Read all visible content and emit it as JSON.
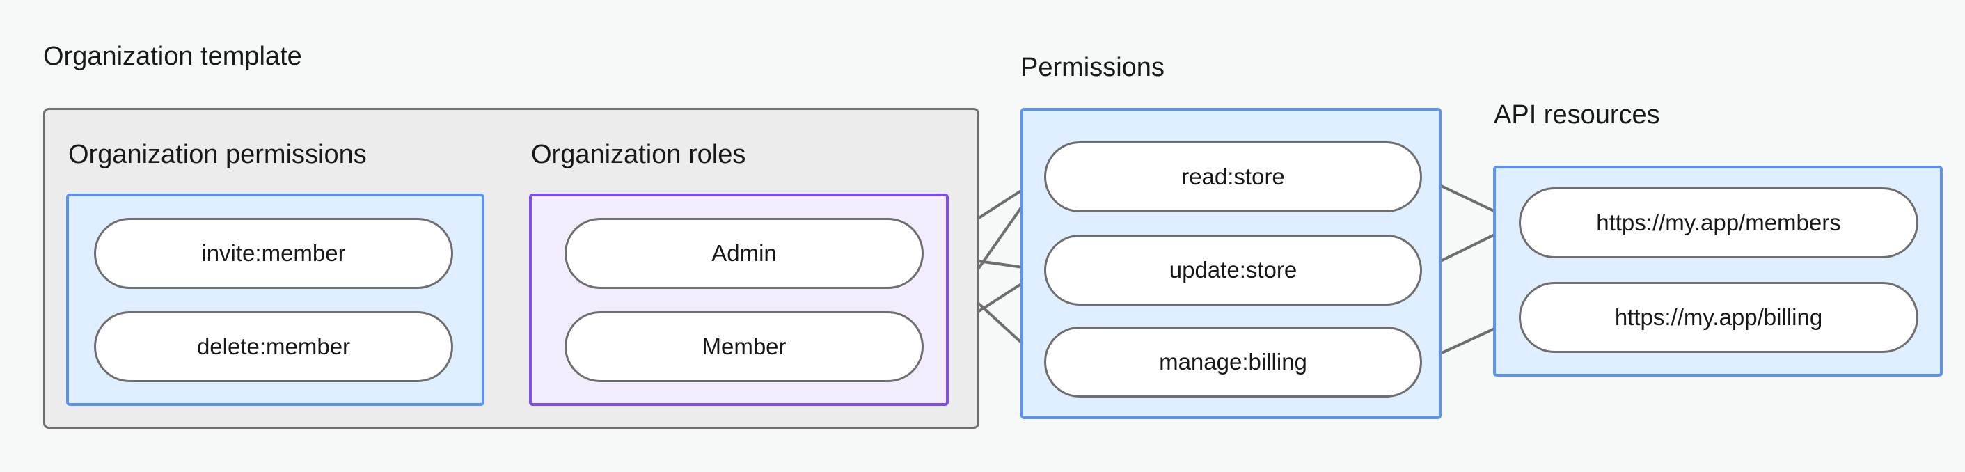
{
  "diagram": {
    "title_groups": [
      {
        "key": "organization_template",
        "label": "Organization template"
      },
      {
        "key": "permissions",
        "label": "Permissions"
      },
      {
        "key": "api_resources",
        "label": "API resources"
      }
    ],
    "subgroups": [
      {
        "key": "organization_permissions",
        "label": "Organization permissions"
      },
      {
        "key": "organization_roles",
        "label": "Organization roles"
      }
    ],
    "colors": {
      "page_background": "#f7f8f8",
      "outer_box_border": "#6e6e6e",
      "outer_box_fill": "#ececec",
      "blue_border": "#5b93f2",
      "blue_fill": "#e0efff",
      "purple_border": "#7b4df3",
      "purple_fill": "#f3ecfd",
      "node_border": "#6e6e6e",
      "node_fill": "#ffffff",
      "edge_stroke": "#6e6e6e",
      "text": "#17181a"
    },
    "nodes": {
      "org_permissions": [
        {
          "id": "invite_member",
          "label": "invite:member"
        },
        {
          "id": "delete_member",
          "label": "delete:member"
        }
      ],
      "org_roles": [
        {
          "id": "admin",
          "label": "Admin"
        },
        {
          "id": "member",
          "label": "Member"
        }
      ],
      "permissions": [
        {
          "id": "read_store",
          "label": "read:store"
        },
        {
          "id": "update_store",
          "label": "update:store"
        },
        {
          "id": "manage_billing",
          "label": "manage:billing"
        }
      ],
      "api_resources": [
        {
          "id": "members_url",
          "label": "https://my.app/members"
        },
        {
          "id": "billing_url",
          "label": "https://my.app/billing"
        }
      ]
    },
    "edges": [
      {
        "from": "invite_member",
        "to": "admin"
      },
      {
        "from": "invite_member",
        "to": "member"
      },
      {
        "from": "delete_member",
        "to": "member"
      },
      {
        "from": "admin",
        "to": "read_store"
      },
      {
        "from": "admin",
        "to": "update_store"
      },
      {
        "from": "admin",
        "to": "manage_billing"
      },
      {
        "from": "member",
        "to": "read_store"
      },
      {
        "from": "member",
        "to": "update_store"
      },
      {
        "from": "read_store",
        "to": "members_url"
      },
      {
        "from": "update_store",
        "to": "members_url"
      },
      {
        "from": "manage_billing",
        "to": "billing_url"
      }
    ]
  }
}
